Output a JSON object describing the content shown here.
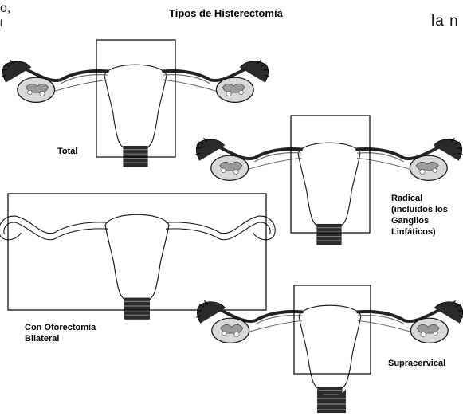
{
  "title": "Tipos de Histerectomía",
  "fragments": {
    "top_left": "o,",
    "top_left_2": "l",
    "top_right": "la n"
  },
  "labels": {
    "total": "Total",
    "radical": "Radical\n(incluidos los\nGanglios\nLinfáticos)",
    "oophorectomy": "Con Oforectomía\nBilateral",
    "supracervical": "Supracervical"
  }
}
